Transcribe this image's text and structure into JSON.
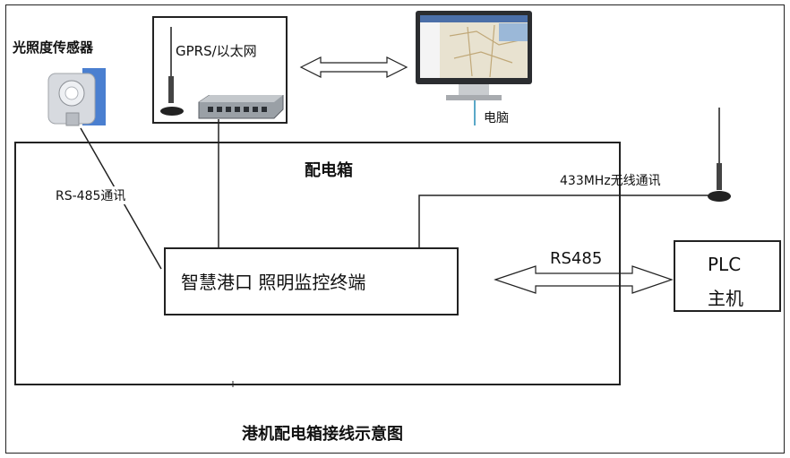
{
  "sensor_label": "光照度传感器",
  "network_label": "GPRS/以太网",
  "computer_label": "电脑",
  "cabinet_label": "配电箱",
  "rs485_link_label": "RS-485通讯",
  "wireless_label": "433MHz无线通讯",
  "terminal_label": "智慧港口 照明监控终端",
  "rs485_label": "RS485",
  "plc_line1": "PLC",
  "plc_line2": "主机",
  "diagram_title": "港机配电箱接线示意图"
}
